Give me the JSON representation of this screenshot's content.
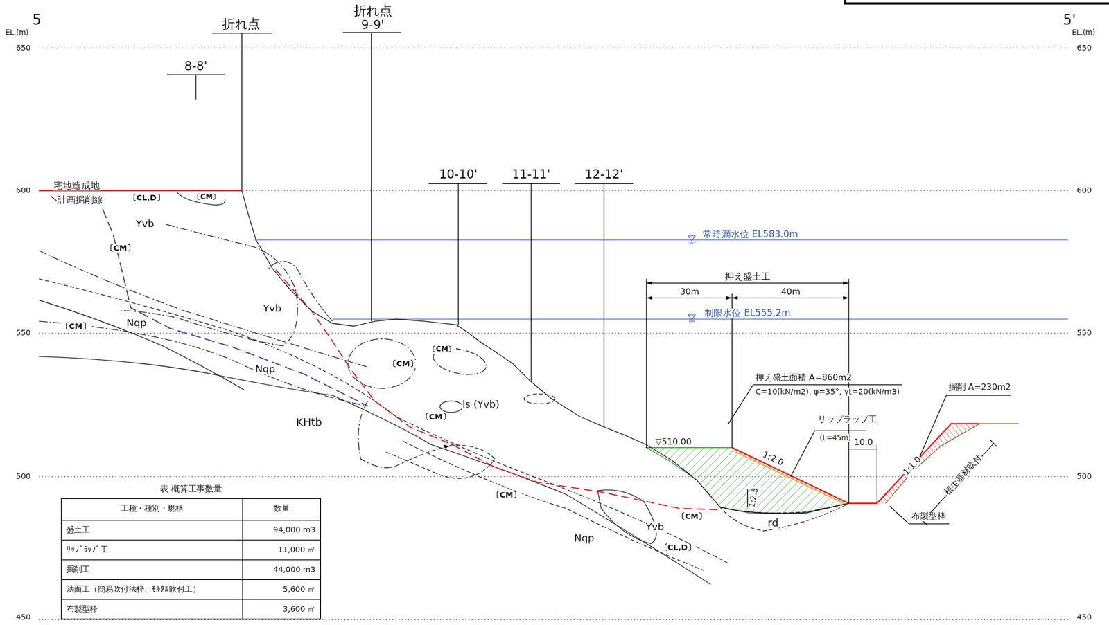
{
  "diagram": {
    "labels": [
      "5",
      "EL.(m)",
      "5'",
      "EL.(m)",
      "650",
      "600",
      "550",
      "500",
      "450",
      "650",
      "600",
      "550",
      "500",
      "450",
      "折れ点",
      "折れ点",
      "9-9'",
      "8-8'",
      "10-10'",
      "11-11'",
      "12-12'",
      "宅地造成地",
      "計画掘削線",
      "〔CL,D〕",
      "〔CM〕",
      "Yvb",
      "〔CM〕",
      "Yvb",
      "Nqp",
      "〔CM〕",
      "Nqp",
      "〔CM〕",
      "〔CM〕",
      "ls (Yvb)",
      "〔CM〕",
      "KHtb",
      "〔CM〕",
      "〔CM〕",
      "Yvb",
      "rd",
      "Nqp",
      "〔CL,D〕",
      "常時満水位 EL583.0m",
      "制限水位 EL555.2m",
      "押え盛土工",
      "30m",
      "40m",
      "▽510.00",
      "押え盛土面積 A=860m2",
      "C=10(kN/m2), φ=35°, γt=20(kN/m3)",
      "リップラップ工",
      "(L=45m)",
      "1:2.0",
      "1:2.5",
      "10.0",
      "掘削 A=230m2",
      "1:1.0",
      "植生基材吹付",
      "布製型枠",
      "表 概算工事数量",
      "工種・種別・規格",
      "数量",
      "盛土工",
      "94,000 m3",
      "ﾘｯﾌﾟﾗｯﾌﾟ工",
      "11,000 ㎡",
      "掘削工",
      "44,000 m3",
      "法面工（簡易吹付法枠、ﾓﾙﾀﾙ吹付工）",
      "5,600 ㎡",
      "布製型枠",
      "3,600 ㎡"
    ]
  }
}
